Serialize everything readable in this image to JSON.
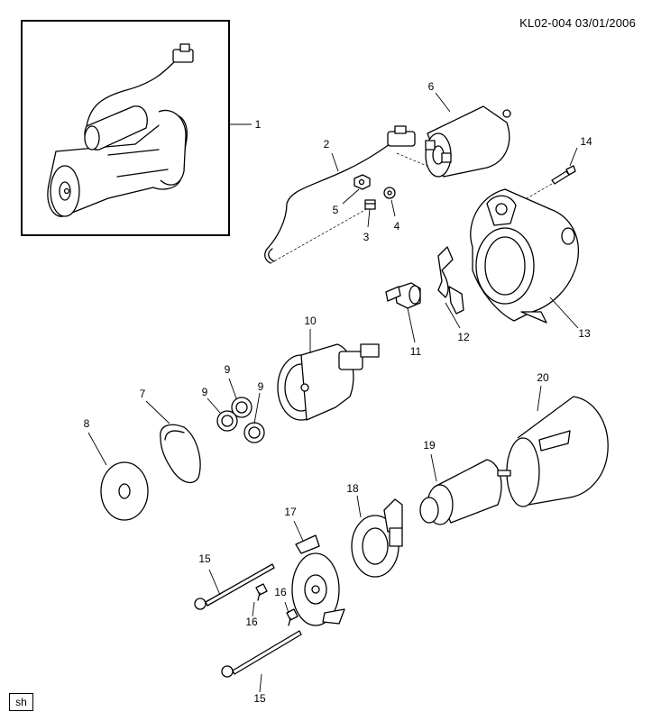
{
  "header": {
    "code": "KL02-004  03/01/2006"
  },
  "badge": {
    "text": "sh"
  },
  "callouts": {
    "c1": "1",
    "c2": "2",
    "c3": "3",
    "c4": "4",
    "c5": "5",
    "c6": "6",
    "c7": "7",
    "c8": "8",
    "c9a": "9",
    "c9b": "9",
    "c9c": "9",
    "c10": "10",
    "c11": "11",
    "c12": "12",
    "c13": "13",
    "c14": "14",
    "c15a": "15",
    "c15b": "15",
    "c16a": "16",
    "c16b": "16",
    "c17": "17",
    "c18": "18",
    "c19": "19",
    "c20": "20"
  }
}
